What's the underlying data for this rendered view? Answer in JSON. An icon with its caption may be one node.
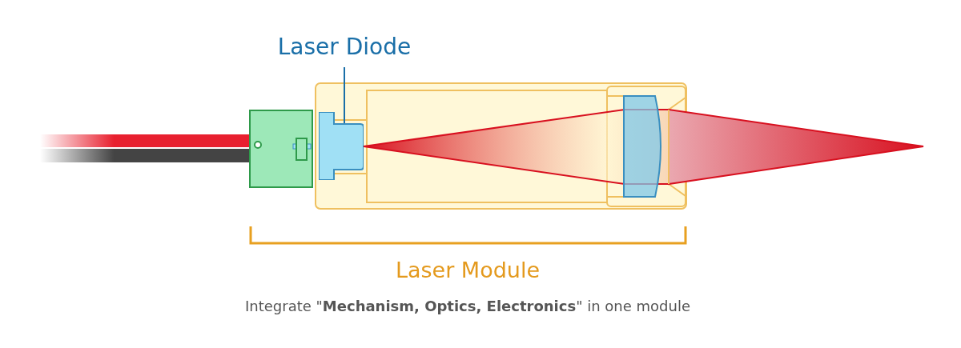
{
  "diagram": {
    "nodes": [
      {
        "text": [
          "Laser Diode"
        ]
      },
      {
        "text": [],
        "shape": "box"
      }
    ],
    "edges": [
      {
        "from": 0,
        "to": 1,
        "arrow": "none"
      }
    ],
    "labels": [
      "Laser Module",
      "Integrate \"**Mechanism, Optics, Electronics**\" in one module"
    ]
  }
}
